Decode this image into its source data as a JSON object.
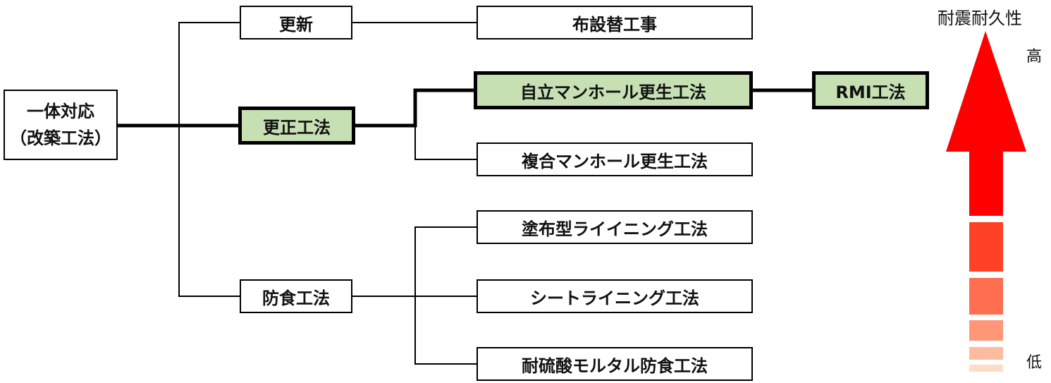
{
  "root": {
    "line1": "一体対応",
    "line2": "（改築工法）"
  },
  "categories": {
    "renewal": "更新",
    "rehab": "更正工法",
    "corrosion": "防食工法"
  },
  "methods": {
    "replacement": "布設替工事",
    "self_support": "自立マンホール更生工法",
    "rmi": "RMI工法",
    "composite": "複合マンホール更生工法",
    "coating": "塗布型ライイニング工法",
    "sheet": "シートライニング工法",
    "mortar": "耐硫酸モルタル防食工法"
  },
  "legend": {
    "title": "耐震耐久性",
    "high": "高",
    "low": "低",
    "colors": [
      "#ff0000",
      "#ff4128",
      "#ff6e50",
      "#ff9678",
      "#ffbba0",
      "#ffdcc8"
    ]
  },
  "highlight_color": "#c6e0b4"
}
